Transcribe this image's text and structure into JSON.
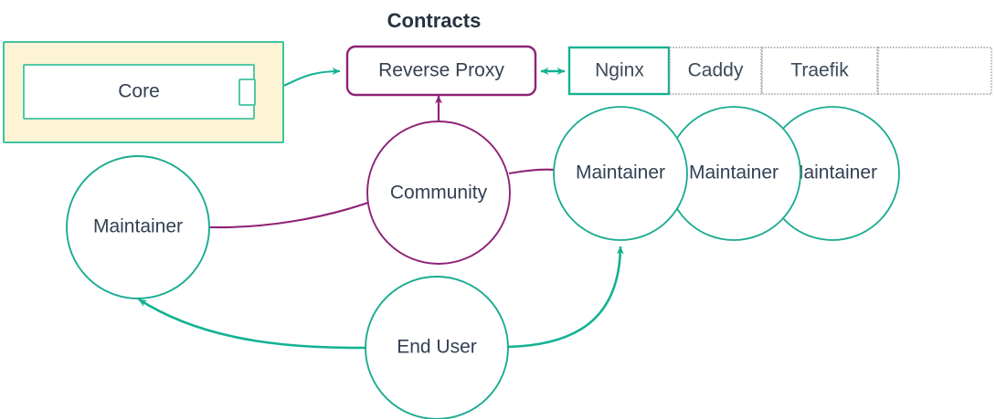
{
  "diagram": {
    "title": "Contracts",
    "colors": {
      "teal": "#13b292",
      "teal_dark": "#0e9e82",
      "circle_teal": "#1aab91",
      "purple": "#8e2277",
      "purple_dark": "#8b1f72",
      "yellow_fill": "#fcf4d4",
      "text": "#344054",
      "title_text": "#27323f",
      "dotted_grey": "#9aa0a6"
    },
    "core_group": {
      "name": "Core",
      "label": "Core",
      "port_label": ""
    },
    "reverse_proxy": {
      "label": "Reverse Proxy"
    },
    "implementations": {
      "cells": [
        {
          "label": "Nginx",
          "selected": true
        },
        {
          "label": "Caddy",
          "selected": false
        },
        {
          "label": "Traefik",
          "selected": false
        },
        {
          "label": "",
          "selected": false
        }
      ]
    },
    "actors": {
      "community": {
        "label": "Community"
      },
      "maintainer_left": {
        "label": "Maintainer"
      },
      "maintainer_stack": [
        {
          "label": "Maintainer"
        },
        {
          "label": "Maintainer"
        },
        {
          "label": "Maintainer"
        }
      ],
      "end_user": {
        "label": "End User"
      }
    }
  }
}
